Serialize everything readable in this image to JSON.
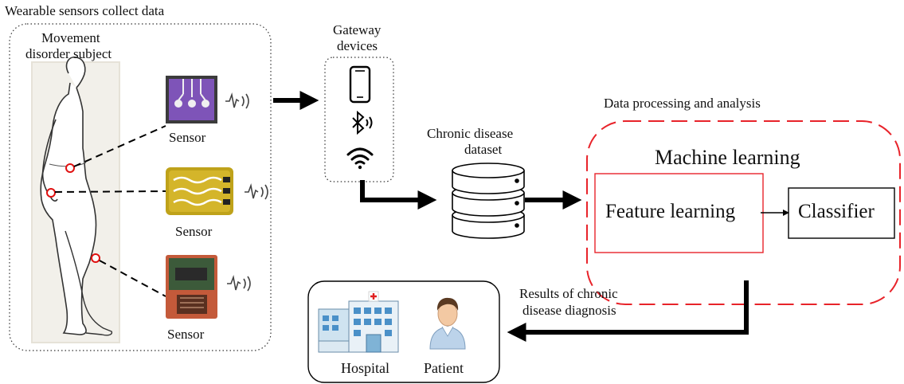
{
  "wearable": {
    "title": "Wearable sensors collect data",
    "subject_label_line1": "Movement",
    "subject_label_line2": "disorder subject",
    "sensor_labels": [
      "Sensor",
      "Sensor",
      "Sensor"
    ]
  },
  "gateway": {
    "title_line1": "Gateway",
    "title_line2": "devices",
    "icons": [
      "smartphone-icon",
      "bluetooth-icon",
      "wifi-icon"
    ]
  },
  "dataset": {
    "title_line1": "Chronic disease",
    "title_line2": "dataset",
    "icon": "database-icon"
  },
  "processing": {
    "title": "Data processing and analysis",
    "ml_title": "Machine learning",
    "feature_learning": "Feature learning",
    "classifier": "Classifier",
    "accent_color": "#e8232a"
  },
  "results": {
    "label_line1": "Results of chronic",
    "label_line2": "disease diagnosis"
  },
  "outcome": {
    "hospital_label": "Hospital",
    "patient_label": "Patient"
  }
}
